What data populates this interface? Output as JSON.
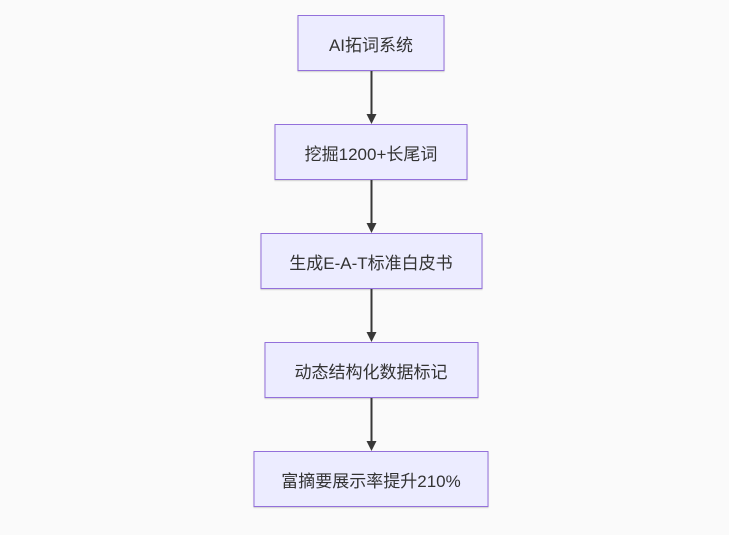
{
  "colors": {
    "canvas_bg": "#fafafa",
    "node_fill": "#ECECFF",
    "node_border": "#9370DB",
    "text_color": "#333333",
    "arrow_color": "#383838"
  },
  "flowchart": {
    "type": "flowchart",
    "direction": "top-down",
    "nodes": [
      {
        "label": "AI拓词系统"
      },
      {
        "label": "挖掘1200+长尾词"
      },
      {
        "label": "生成E-A-T标准白皮书"
      },
      {
        "label": "动态结构化数据标记"
      },
      {
        "label": "富摘要展示率提升210%"
      }
    ],
    "edges": [
      {
        "from": "AI拓词系统",
        "to": "挖掘1200+长尾词"
      },
      {
        "from": "挖掘1200+长尾词",
        "to": "生成E-A-T标准白皮书"
      },
      {
        "from": "生成E-A-T标准白皮书",
        "to": "动态结构化数据标记"
      },
      {
        "from": "动态结构化数据标记",
        "to": "富摘要展示率提升210%"
      }
    ]
  }
}
